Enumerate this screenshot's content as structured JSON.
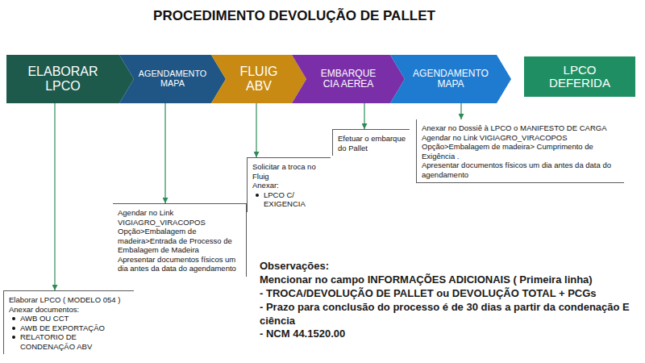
{
  "diagram": {
    "title": "PROCEDIMENTO DEVOLUÇÃO DE PALLET",
    "nodes": [
      {
        "text": [
          "ELABORAR LPCO"
        ]
      },
      {
        "text": [
          "AGENDAMENTO MAPA"
        ]
      },
      {
        "text": [
          "FLUIG ABV"
        ]
      },
      {
        "text": [
          "EMBARQUE CIA AEREA"
        ]
      },
      {
        "text": [
          "AGENDAMENTO MAPA"
        ]
      },
      {
        "text": [
          "LPCO DEFERIDA"
        ]
      },
      {
        "text": [
          "Elaborar LPCO ( MODELO 054 ) Anexar documentos:",
          "AWB OU CCT",
          "AWB DE EXPORTAÇÃO",
          "RELATORIO DE CONDENAÇÃO ABV"
        ]
      },
      {
        "text": [
          "Agendar no Link VIGIAGRO_VIRACOPOS",
          "Opção>Embalagem de madeira>Entrada de Processo de Embalagem de Madeira",
          "Apresentar documentos físicos um dia antes da data do agendamento"
        ]
      },
      {
        "text": [
          "Solicitar a troca no Fluig",
          "Anexar:",
          "LPCO C/ EXIGENCIA"
        ]
      },
      {
        "text": [
          "Efetuar o embarque do Pallet"
        ]
      },
      {
        "text": [
          "Anexar no Dossiê à LPCO o MANIFESTO DE CARGA",
          "Agendar no Link VIGIAGRO_VIRACOPOS",
          "Opção>Embalagem de madeira> Cumprimento de Exigência .",
          "Apresentar documentos físicos um dia antes da data do agendamento"
        ]
      }
    ],
    "edges": [
      {
        "from": 0,
        "to": 6,
        "arrow": "to"
      },
      {
        "from": 1,
        "to": 7,
        "arrow": "to"
      },
      {
        "from": 2,
        "to": 8,
        "arrow": "to"
      },
      {
        "from": 3,
        "to": 9,
        "arrow": "to"
      },
      {
        "from": 4,
        "to": 10,
        "arrow": "to"
      }
    ],
    "labels": [
      "Observações:",
      "Mencionar no campo INFORMAÇÕES ADICIONAIS ( Primeira linha)",
      "- TROCA/DEVOLUÇÃO DE PALLET ou DEVOLUÇÃO TOTAL + PCGs",
      "- Prazo para conclusão do processo é de 30 dias a partir da condenação E ciência",
      "- NCM 44.1520.00"
    ]
  }
}
